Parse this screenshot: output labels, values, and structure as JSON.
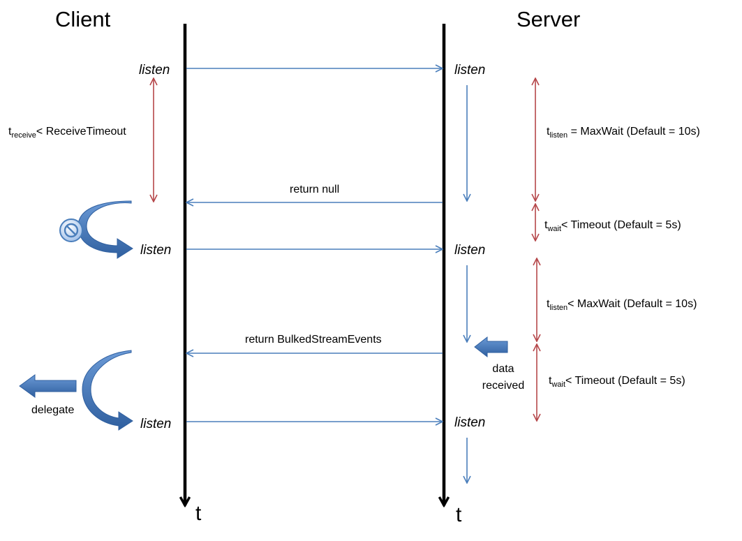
{
  "participants": {
    "client": "Client",
    "server": "Server"
  },
  "axis_label": "t",
  "listen_label": "listen",
  "messages": {
    "return_null": "return null",
    "return_bulked": "return BulkedStreamEvents"
  },
  "client_notes": {
    "receive_timeout": {
      "base": "t",
      "sub": "receive",
      "rest": "< ReceiveTimeout"
    },
    "delegate": "delegate"
  },
  "server_notes": {
    "listen_1": {
      "base": "t",
      "sub": "listen",
      "rest": " = MaxWait (Default =  10s)"
    },
    "wait_1": {
      "base": "t",
      "sub": "wait",
      "rest": "< Timeout (Default =  5s)"
    },
    "listen_2": {
      "base": "t",
      "sub": "listen",
      "rest": "< MaxWait (Default =  10s)"
    },
    "wait_2": {
      "base": "t",
      "sub": "wait",
      "rest": "< Timeout (Default =  5s)"
    },
    "data_received": {
      "line1": "data",
      "line2": "received"
    }
  },
  "colors": {
    "message_arrow": "#4a7ebb",
    "interval_arrow": "#b5474a",
    "block_arrow": "#3f6fb5",
    "timeline": "#000000"
  },
  "icons": {
    "blocked": "prohibited-icon",
    "delegate": "left-block-arrow-icon",
    "incoming_data": "left-block-arrow-icon",
    "loop": "curved-return-arrow-icon"
  }
}
